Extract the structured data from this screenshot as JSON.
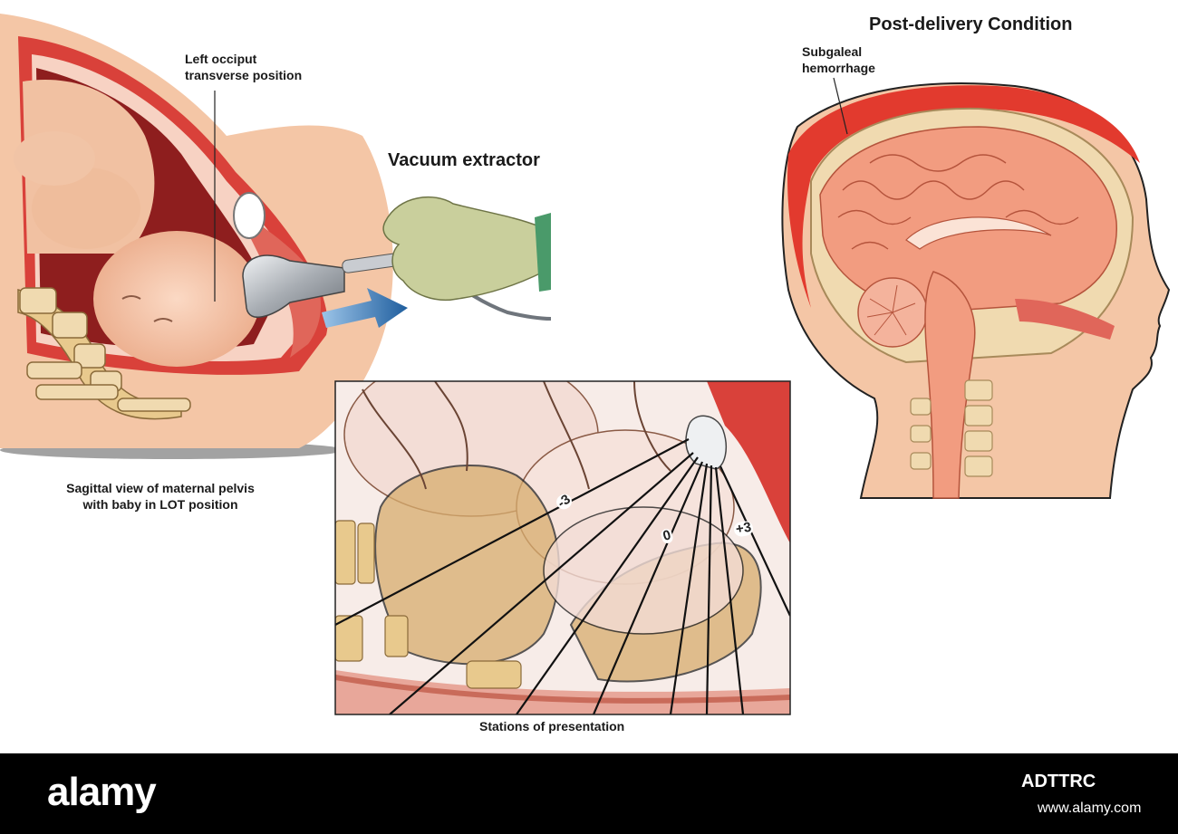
{
  "labels": {
    "left_occiput": [
      "Left occiput",
      "transverse position"
    ],
    "vacuum_extractor": "Vacuum extractor",
    "sagittal_caption": [
      "Sagittal view of maternal pelvis",
      "with baby in LOT position"
    ],
    "stations_caption": "Stations of presentation",
    "post_delivery_title": "Post-delivery Condition",
    "subgaleal": [
      "Subgaleal",
      "hemorrhage"
    ]
  },
  "stations": {
    "minus3": "-3",
    "zero": "0",
    "plus3": "+3"
  },
  "footer": {
    "logo": "alamy",
    "image_id": "ADTTRC",
    "site": "www.alamy.com"
  },
  "colors": {
    "skin": "#f4c6a6",
    "tissue_red": "#d9413a",
    "hemorrhage": "#e23a2e",
    "brain": "#f29c80",
    "bone": "#e8c98d",
    "arrow_blue": "#2a6fae",
    "glove": "#c9cf9c"
  }
}
